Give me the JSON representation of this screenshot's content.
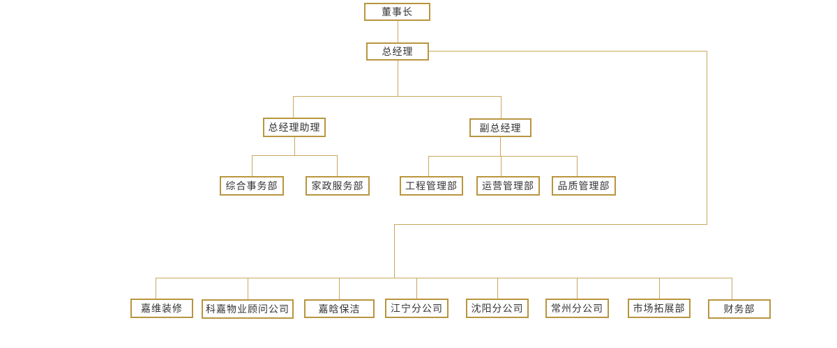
{
  "org_chart": {
    "type": "organization-chart",
    "nodes": {
      "chairman": "董事长",
      "general_manager": "总经理",
      "gm_assistant": "总经理助理",
      "deputy_gm": "副总经理"
    },
    "assistant_departments": [
      "综合事务部",
      "家政服务部"
    ],
    "deputy_departments": [
      "工程管理部",
      "运营管理部",
      "品质管理部"
    ],
    "subsidiary_units": [
      "嘉维装修",
      "科嘉物业顾问公司",
      "嘉晗保洁",
      "江宁分公司",
      "沈阳分公司",
      "常州分公司",
      "市场拓展部",
      "财务部"
    ],
    "colors": {
      "box_border": "#B8953E",
      "connector_line": "#C9A75C",
      "text": "#333333",
      "background": "#FFFFFF"
    }
  }
}
